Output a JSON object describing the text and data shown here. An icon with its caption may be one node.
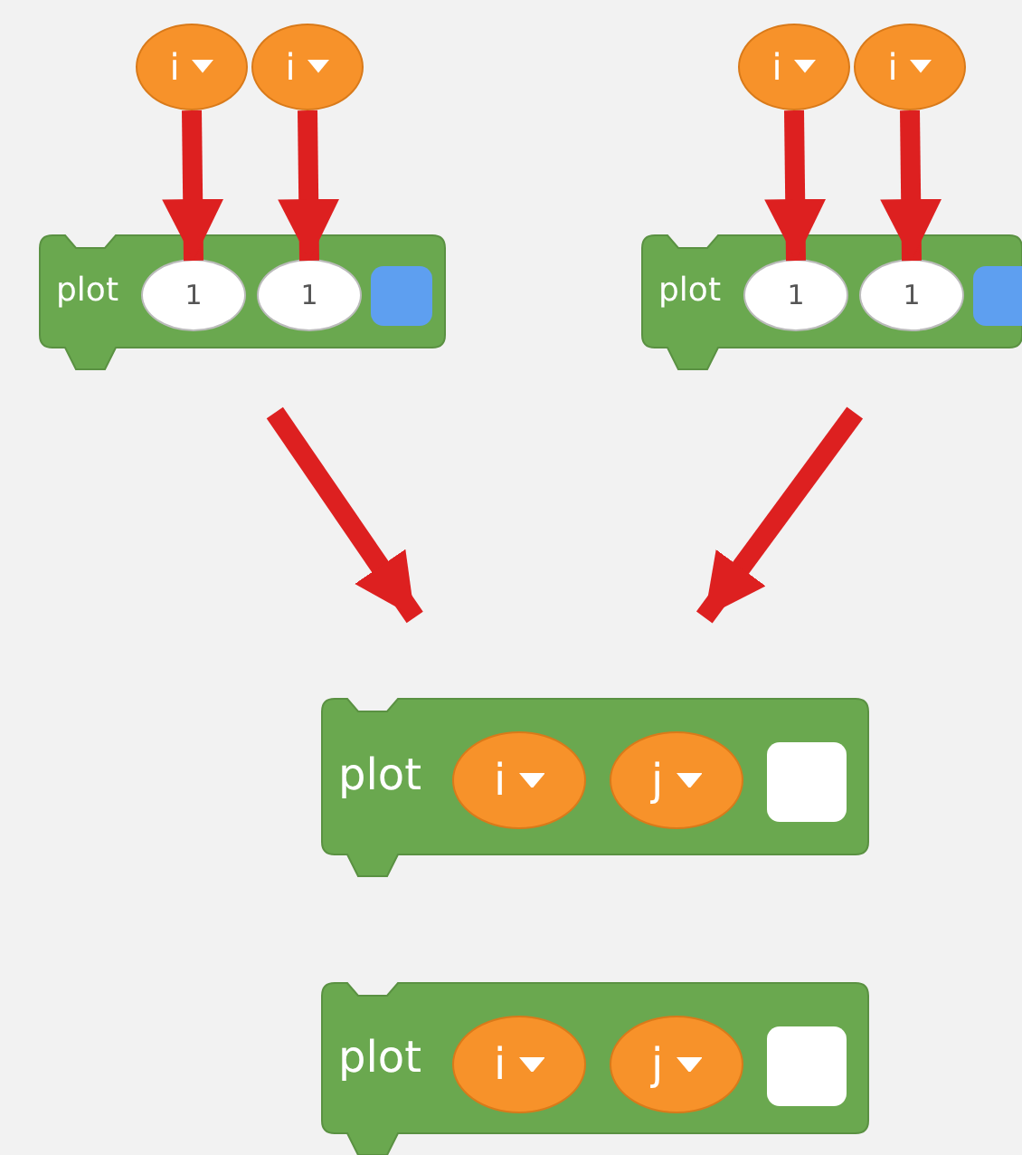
{
  "diagram": {
    "nodes": [
      {
        "text": [
          "i"
        ]
      },
      {
        "text": [
          "i"
        ]
      },
      {
        "text": [
          "i"
        ]
      },
      {
        "text": [
          "i"
        ]
      },
      {
        "text": [
          "plot"
        ]
      },
      {
        "text": [
          "1"
        ],
        "in": 4
      },
      {
        "text": [
          "1"
        ],
        "in": 4
      },
      {
        "text": [],
        "shape": "box",
        "in": 4
      },
      {
        "text": [
          "plot"
        ]
      },
      {
        "text": [
          "1"
        ],
        "in": 8
      },
      {
        "text": [
          "1"
        ],
        "in": 8
      },
      {
        "text": [],
        "shape": "box",
        "in": 8
      },
      {
        "text": [
          "plot"
        ]
      },
      {
        "text": [
          "i"
        ],
        "in": 12
      },
      {
        "text": [
          "j"
        ],
        "in": 12
      },
      {
        "text": [],
        "shape": "box",
        "in": 12
      },
      {
        "text": [
          "plot"
        ]
      },
      {
        "text": [
          "i"
        ],
        "in": 16
      },
      {
        "text": [
          "j"
        ],
        "in": 16
      },
      {
        "text": [],
        "shape": "box",
        "in": 16
      }
    ],
    "edges": [
      {
        "from": 0,
        "to": 5,
        "arrow": "to"
      },
      {
        "from": 1,
        "to": 6,
        "arrow": "to"
      },
      {
        "from": 2,
        "to": 9,
        "arrow": "to"
      },
      {
        "from": 3,
        "to": 10,
        "arrow": "to"
      },
      {
        "from": 4,
        "to": 12,
        "arrow": "to"
      },
      {
        "from": 8,
        "to": 12,
        "arrow": "to"
      }
    ]
  }
}
